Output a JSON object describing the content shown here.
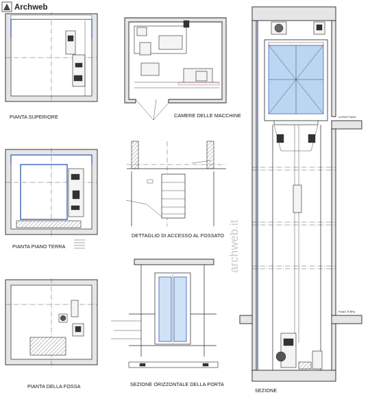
{
  "logo": {
    "text": "Archweb"
  },
  "watermark": {
    "text": "archweb.it"
  },
  "views": {
    "plan_top": {
      "caption": "PIANTA SUPERIORE"
    },
    "machine_room": {
      "caption": "CAMERE DELLE MACCHINE"
    },
    "plan_ground": {
      "caption": "PIANTA PIANO TERRA"
    },
    "pit_access": {
      "caption": "DETTAGLIO DI ACCESSO AL FOSSATO"
    },
    "plan_pit": {
      "caption": "PIANTA DELLA FOSSA"
    },
    "door_section": {
      "caption": "SEZIONE ORIZZONTALE DELLA PORTA"
    },
    "section": {
      "caption": "SEZIONE"
    }
  },
  "level_labels": {
    "top_floor": "ULTIMO PIANO",
    "ground_floor": "PIANO TERRA"
  },
  "colors": {
    "accent": "#2f55b8",
    "glass": "#cfe3f7",
    "wall_fill": "#e6e6e6"
  }
}
